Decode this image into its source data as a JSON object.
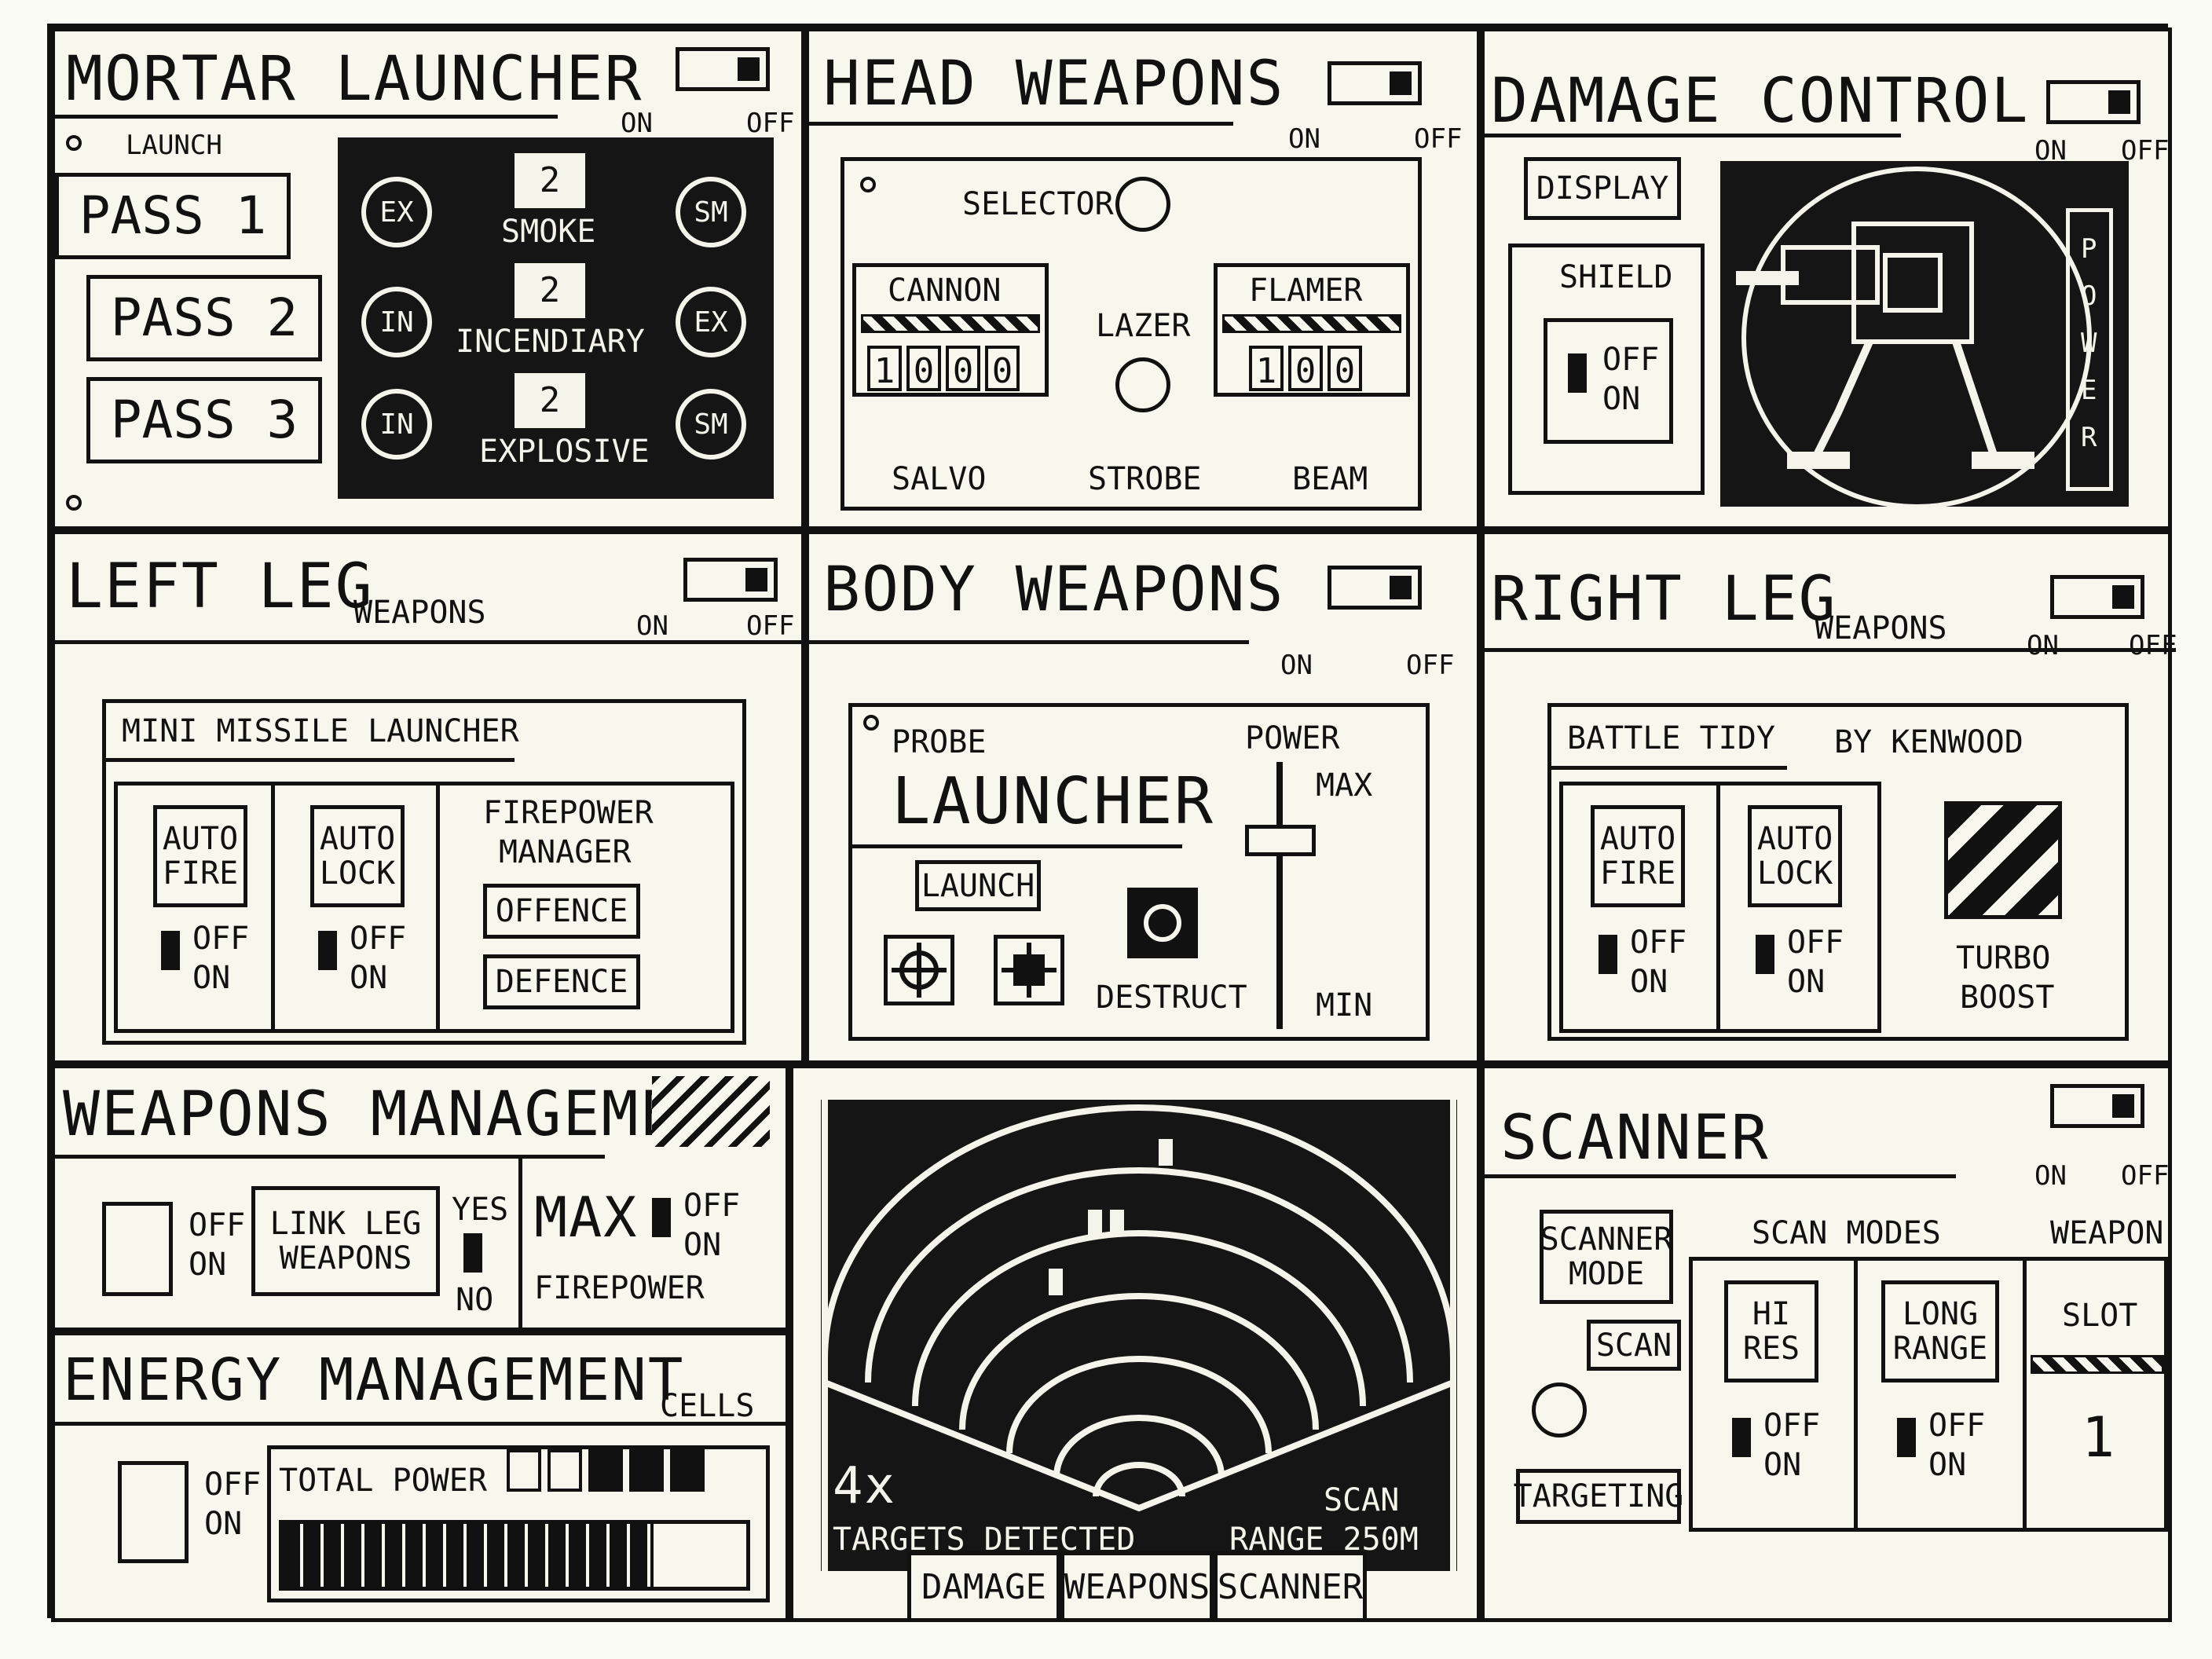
{
  "mortar": {
    "title": "MORTAR LAUNCHER",
    "on": "ON",
    "off": "OFF",
    "launch": "LAUNCH",
    "passes": [
      "PASS 1",
      "PASS 2",
      "PASS 3"
    ],
    "left_rings": [
      "EX",
      "IN",
      "IN"
    ],
    "right_rings": [
      "SM",
      "EX",
      "SM"
    ],
    "counts": [
      "2",
      "2",
      "2"
    ],
    "ammo": [
      "SMOKE",
      "INCENDIARY",
      "EXPLOSIVE"
    ]
  },
  "head": {
    "title": "HEAD WEAPONS",
    "on": "ON",
    "off": "OFF",
    "selector": "SELECTOR",
    "cannon": "CANNON",
    "lazer": "LAZER",
    "flamer": "FLAMER",
    "cannon_digits": [
      "1",
      "0",
      "0",
      "0"
    ],
    "flamer_digits": [
      "1",
      "0",
      "0"
    ],
    "modes": [
      "SALVO",
      "STROBE",
      "BEAM"
    ]
  },
  "damage": {
    "title": "DAMAGE CONTROL",
    "on": "ON",
    "off": "OFF",
    "display": "DISPLAY",
    "shield": "SHIELD",
    "sw_off": "OFF",
    "sw_on": "ON",
    "power": "POWER",
    "power_letters": [
      "P",
      "O",
      "W",
      "E",
      "R"
    ]
  },
  "left_leg": {
    "title": "LEFT LEG",
    "weapons": "WEAPONS",
    "on": "ON",
    "off": "OFF",
    "sub": "MINI MISSILE LAUNCHER",
    "auto_fire": [
      "AUTO",
      "FIRE"
    ],
    "auto_lock": [
      "AUTO",
      "LOCK"
    ],
    "sw_off": "OFF",
    "sw_on": "ON",
    "fp_manager": [
      "FIREPOWER",
      "MANAGER"
    ],
    "offence": "OFFENCE",
    "defence": "DEFENCE"
  },
  "body": {
    "title": "BODY WEAPONS",
    "on": "ON",
    "off": "OFF",
    "probe": "PROBE",
    "launcher": "LAUNCHER",
    "launch": "LAUNCH",
    "destruct": "DESTRUCT",
    "power": "POWER",
    "max": "MAX",
    "min": "MIN"
  },
  "right_leg": {
    "title": "RIGHT LEG",
    "weapons": "WEAPONS",
    "on": "ON",
    "off": "OFF",
    "sub": "BATTLE TIDY",
    "by": "BY KENWOOD",
    "auto_fire": [
      "AUTO",
      "FIRE"
    ],
    "auto_lock": [
      "AUTO",
      "LOCK"
    ],
    "sw_off": "OFF",
    "sw_on": "ON",
    "turbo": [
      "TURBO",
      "BOOST"
    ]
  },
  "weapons_mgmt": {
    "title": "WEAPONS MANAGEMENT",
    "sw_off": "OFF",
    "sw_on": "ON",
    "link": [
      "LINK LEG",
      "WEAPONS"
    ],
    "yes": "YES",
    "no": "NO",
    "max": "MAX",
    "firepower": "FIREPOWER"
  },
  "energy": {
    "title": "ENERGY MANAGEMENT",
    "cells_label": "CELLS",
    "sw_off": "OFF",
    "sw_on": "ON",
    "total_power": "TOTAL POWER",
    "cells_total": 5,
    "cells_full": 3,
    "power_level": 0.8
  },
  "radar": {
    "count": "4x",
    "targets": "TARGETS DETECTED",
    "scan": "SCAN",
    "range": "RANGE 250M",
    "tabs": [
      "DAMAGE",
      "WEAPONS",
      "SCANNER"
    ]
  },
  "scanner": {
    "title": "SCANNER",
    "on": "ON",
    "off": "OFF",
    "mode": [
      "SCANNER",
      "MODE"
    ],
    "scan_btn": "SCAN",
    "targeting": "TARGETING",
    "scan_modes": "SCAN MODES",
    "weapon": "WEAPON",
    "hi_res": [
      "HI",
      "RES"
    ],
    "long_range": [
      "LONG",
      "RANGE"
    ],
    "sw_off": "OFF",
    "sw_on": "ON",
    "slot": "SLOT",
    "slot_value": "1"
  }
}
